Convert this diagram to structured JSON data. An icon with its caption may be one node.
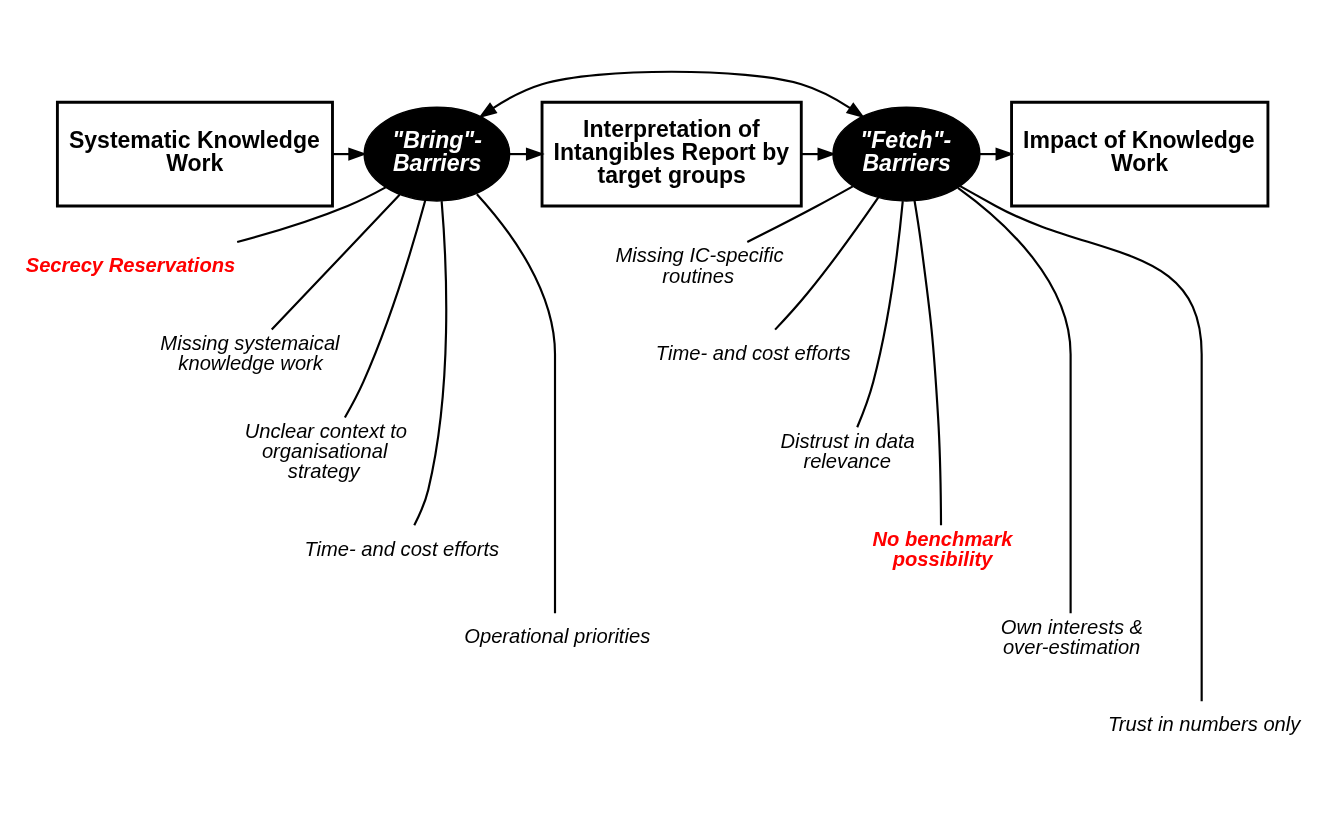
{
  "diagram": {
    "nodes": [
      {
        "text": [
          "Systematic Knowledge Work"
        ]
      },
      {
        "text": [
          "\"Bring\"- Barriers"
        ]
      },
      {
        "text": [
          "Interpretation of Intangibles Report by target groups"
        ]
      },
      {
        "text": [
          "\"Fetch\"- Barriers"
        ]
      },
      {
        "text": [
          "Impact of Knowledge Work"
        ]
      },
      {
        "text": [
          "Secrecy Reservations"
        ]
      },
      {
        "text": [
          "Missing systemaical knowledge work"
        ]
      },
      {
        "text": [
          "Unclear context to organisational strategy"
        ]
      },
      {
        "text": [
          "Time- and cost efforts"
        ]
      },
      {
        "text": [
          "Operational priorities"
        ]
      },
      {
        "text": [
          "Missing IC-specific routines"
        ]
      },
      {
        "text": [
          "Time- and cost efforts"
        ]
      },
      {
        "text": [
          "Distrust in data relevance"
        ]
      },
      {
        "text": [
          "No benchmark possibility"
        ]
      },
      {
        "text": [
          "Own interests & over-estimation"
        ]
      },
      {
        "text": [
          "Trust in numbers only"
        ]
      }
    ],
    "edges": [
      {
        "from": 0,
        "to": 1,
        "arrow": "to"
      },
      {
        "from": 1,
        "to": 2,
        "arrow": "to"
      },
      {
        "from": 2,
        "to": 3,
        "arrow": "to"
      },
      {
        "from": 3,
        "to": 4,
        "arrow": "to"
      },
      {
        "from": 1,
        "to": 3,
        "arrow": "both"
      },
      {
        "from": 5,
        "to": 1,
        "arrow": "none"
      },
      {
        "from": 6,
        "to": 1,
        "arrow": "none"
      },
      {
        "from": 7,
        "to": 1,
        "arrow": "none"
      },
      {
        "from": 8,
        "to": 1,
        "arrow": "none"
      },
      {
        "from": 9,
        "to": 1,
        "arrow": "none"
      },
      {
        "from": 10,
        "to": 3,
        "arrow": "none"
      },
      {
        "from": 11,
        "to": 3,
        "arrow": "none"
      },
      {
        "from": 12,
        "to": 3,
        "arrow": "none"
      },
      {
        "from": 13,
        "to": 3,
        "arrow": "none"
      },
      {
        "from": 14,
        "to": 3,
        "arrow": "none"
      },
      {
        "from": 15,
        "to": 3,
        "arrow": "none"
      }
    ]
  }
}
